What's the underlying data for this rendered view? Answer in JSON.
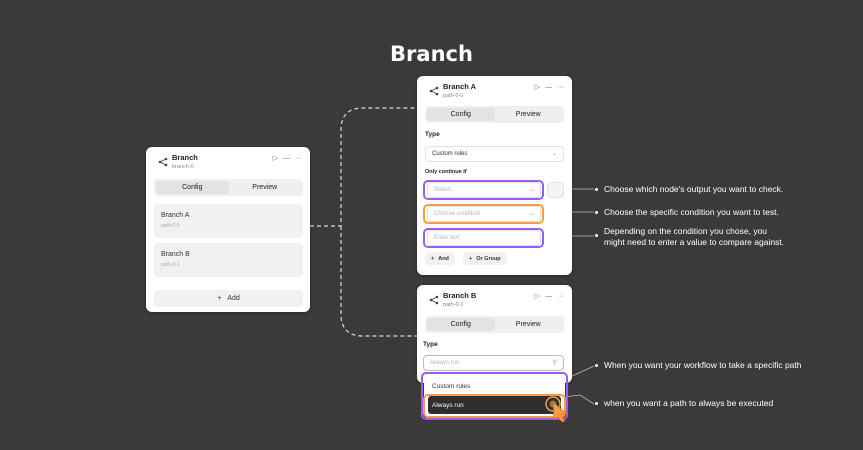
{
  "title": "Branch",
  "main_node": {
    "title": "Branch",
    "subtitle": "branch-0",
    "tabs": [
      "Config",
      "Preview"
    ],
    "branches": [
      {
        "name": "Branch A",
        "path": "path-0-0"
      },
      {
        "name": "Branch B",
        "path": "path-0-1"
      }
    ],
    "add_label": "Add",
    "add_icon": "+"
  },
  "branch_a": {
    "title": "Branch A",
    "subtitle": "path-0-0",
    "tabs": [
      "Config",
      "Preview"
    ],
    "type_label": "Type",
    "type_value": "Custom rules",
    "condition_label": "Only continue if",
    "select_placeholder": "Select...",
    "condition_placeholder": "Choose condition",
    "value_placeholder": "Enter text",
    "and_label": "And",
    "or_group_label": "Or Group",
    "plus_icon": "+"
  },
  "branch_b": {
    "title": "Branch B",
    "subtitle": "path-0-1",
    "tabs": [
      "Config",
      "Preview"
    ],
    "type_label": "Type",
    "search_value": "Always run",
    "options": [
      "Custom rules",
      "Always run"
    ],
    "selected_option": "Always run"
  },
  "header_icons": {
    "run": "▷",
    "minimize": "—",
    "more": "···",
    "chevron": "⌄",
    "search": "⚲"
  },
  "annotations": [
    "Choose which node's output you want to check.",
    "Choose the specific condition you want to test.",
    "Depending on the condition you chose, you",
    "might need to enter a value to compare against.",
    "When you want your workflow to take a specific path",
    "when you want a path to always be executed"
  ],
  "colors": {
    "background": "#3a3a3a",
    "highlight_purple": "#9b5cf6",
    "highlight_orange": "#f59c42",
    "selected_row": "#2e2e2e"
  }
}
